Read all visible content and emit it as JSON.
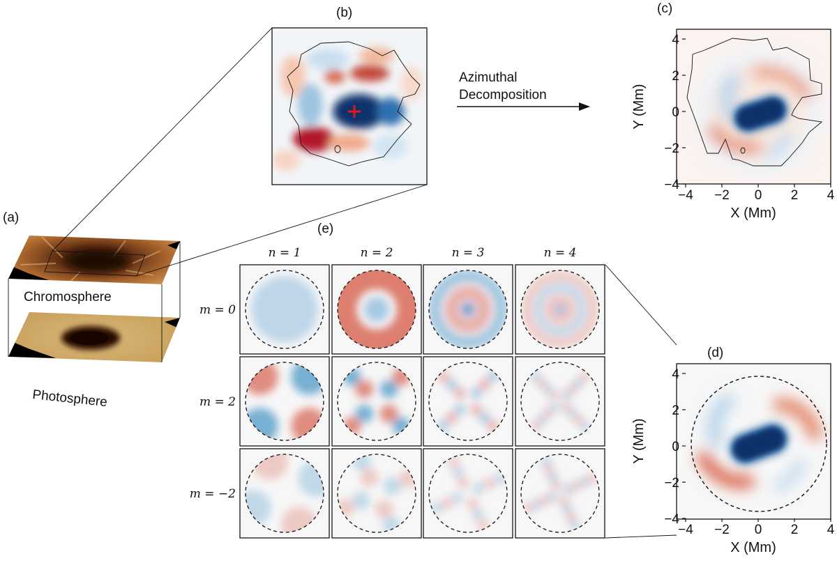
{
  "panels": {
    "a": {
      "label": "(a)",
      "layers": [
        "Chromosphere",
        "Photosphere"
      ]
    },
    "b": {
      "label": "(b)"
    },
    "c": {
      "label": "(c)",
      "xlabel": "X (Mm)",
      "ylabel": "Y (Mm)",
      "xticks": [
        "−4",
        "−2",
        "0",
        "2",
        "4"
      ],
      "yticks": [
        "4",
        "2",
        "0",
        "−2",
        "−4"
      ]
    },
    "d": {
      "label": "(d)",
      "xlabel": "X (Mm)",
      "ylabel": "Y (Mm)",
      "xticks": [
        "−4",
        "−2",
        "0",
        "2",
        "4"
      ],
      "yticks": [
        "4",
        "2",
        "0",
        "−2",
        "−4"
      ]
    },
    "e": {
      "label": "(e)",
      "columns": [
        "n = 1",
        "n = 2",
        "n = 3",
        "n = 4"
      ],
      "rows": [
        "m = 0",
        "m = 2",
        "m = −2"
      ]
    }
  },
  "arrow": {
    "line1": "Azimuthal",
    "line2": "Decomposition"
  },
  "colors": {
    "red": "#c0392b",
    "darkblue": "#08306b",
    "lightblue": "#c6dcec",
    "lightred": "#f4b79b"
  }
}
